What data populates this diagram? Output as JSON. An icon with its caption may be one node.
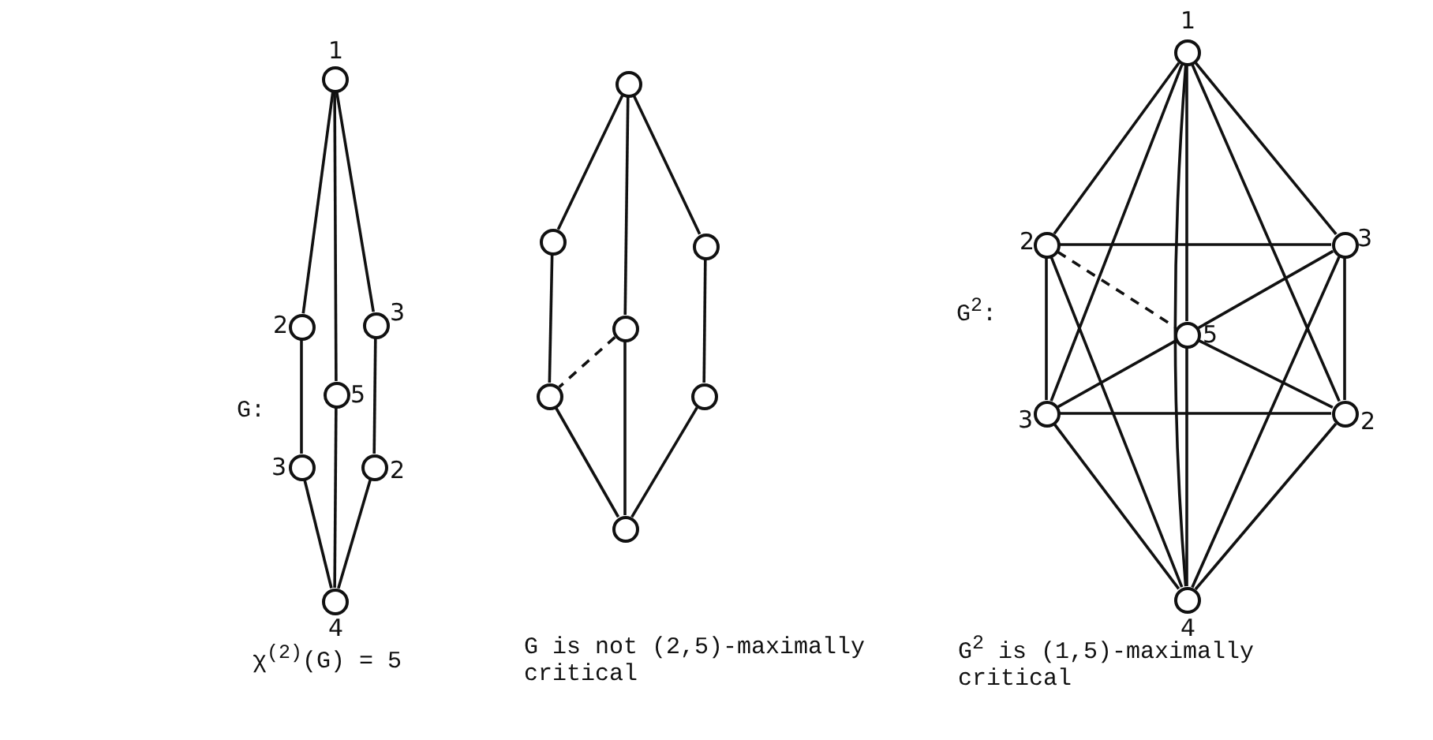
{
  "diagram": {
    "nodes": [
      {
        "text": [],
        "shape": "circle",
        "beside": [
          "1"
        ]
      },
      {
        "text": [],
        "shape": "circle",
        "beside": [
          "2"
        ]
      },
      {
        "text": [],
        "shape": "circle",
        "beside": [
          "3"
        ]
      },
      {
        "text": [],
        "shape": "circle",
        "beside": [
          "5"
        ]
      },
      {
        "text": [],
        "shape": "circle",
        "beside": [
          "3"
        ]
      },
      {
        "text": [],
        "shape": "circle",
        "beside": [
          "2"
        ]
      },
      {
        "text": [],
        "shape": "circle",
        "beside": [
          "4"
        ]
      },
      {
        "text": [],
        "shape": "circle"
      },
      {
        "text": [],
        "shape": "circle"
      },
      {
        "text": [],
        "shape": "circle"
      },
      {
        "text": [],
        "shape": "circle"
      },
      {
        "text": [],
        "shape": "circle"
      },
      {
        "text": [],
        "shape": "circle"
      },
      {
        "text": [],
        "shape": "circle"
      },
      {
        "text": [],
        "shape": "circle",
        "beside": [
          "1"
        ]
      },
      {
        "text": [],
        "shape": "circle",
        "beside": [
          "2"
        ]
      },
      {
        "text": [],
        "shape": "circle",
        "beside": [
          "3"
        ]
      },
      {
        "text": [],
        "shape": "circle",
        "beside": [
          "5"
        ]
      },
      {
        "text": [],
        "shape": "circle",
        "beside": [
          "3"
        ]
      },
      {
        "text": [],
        "shape": "circle",
        "beside": [
          "2"
        ]
      },
      {
        "text": [],
        "shape": "circle",
        "beside": [
          "4"
        ]
      }
    ],
    "edges": [
      {
        "from": 0,
        "to": 1,
        "arrow": "none"
      },
      {
        "from": 0,
        "to": 2,
        "arrow": "none"
      },
      {
        "from": 0,
        "to": 3,
        "arrow": "none"
      },
      {
        "from": 1,
        "to": 4,
        "arrow": "none"
      },
      {
        "from": 2,
        "to": 5,
        "arrow": "none"
      },
      {
        "from": 3,
        "to": 6,
        "arrow": "none"
      },
      {
        "from": 4,
        "to": 6,
        "arrow": "none"
      },
      {
        "from": 5,
        "to": 6,
        "arrow": "none"
      },
      {
        "from": 7,
        "to": 8,
        "arrow": "none"
      },
      {
        "from": 7,
        "to": 9,
        "arrow": "none"
      },
      {
        "from": 7,
        "to": 10,
        "arrow": "none"
      },
      {
        "from": 8,
        "to": 11,
        "arrow": "none"
      },
      {
        "from": 9,
        "to": 12,
        "arrow": "none"
      },
      {
        "from": 10,
        "to": 11,
        "arrow": "none",
        "style": "dashed"
      },
      {
        "from": 10,
        "to": 13,
        "arrow": "none"
      },
      {
        "from": 11,
        "to": 13,
        "arrow": "none"
      },
      {
        "from": 12,
        "to": 13,
        "arrow": "none"
      },
      {
        "from": 14,
        "to": 15,
        "arrow": "none"
      },
      {
        "from": 14,
        "to": 16,
        "arrow": "none"
      },
      {
        "from": 14,
        "to": 17,
        "arrow": "none"
      },
      {
        "from": 14,
        "to": 20,
        "arrow": "none"
      },
      {
        "from": 14,
        "to": 18,
        "arrow": "none"
      },
      {
        "from": 14,
        "to": 19,
        "arrow": "none"
      },
      {
        "from": 15,
        "to": 16,
        "arrow": "none"
      },
      {
        "from": 15,
        "to": 18,
        "arrow": "none"
      },
      {
        "from": 15,
        "to": 17,
        "arrow": "none",
        "style": "dashed"
      },
      {
        "from": 15,
        "to": 20,
        "arrow": "none"
      },
      {
        "from": 16,
        "to": 17,
        "arrow": "none"
      },
      {
        "from": 16,
        "to": 19,
        "arrow": "none"
      },
      {
        "from": 16,
        "to": 20,
        "arrow": "none"
      },
      {
        "from": 17,
        "to": 18,
        "arrow": "none"
      },
      {
        "from": 17,
        "to": 19,
        "arrow": "none"
      },
      {
        "from": 17,
        "to": 20,
        "arrow": "none"
      },
      {
        "from": 18,
        "to": 19,
        "arrow": "none"
      },
      {
        "from": 18,
        "to": 20,
        "arrow": "none"
      },
      {
        "from": 19,
        "to": 20,
        "arrow": "none"
      }
    ],
    "labels": [
      "G:",
      "G$^{2}$:",
      "χ$^{(2)}$(G) = 5",
      "G is not (2,5)-maximally critical",
      "G$^{2}$ is (1,5)-maximally critical"
    ]
  }
}
